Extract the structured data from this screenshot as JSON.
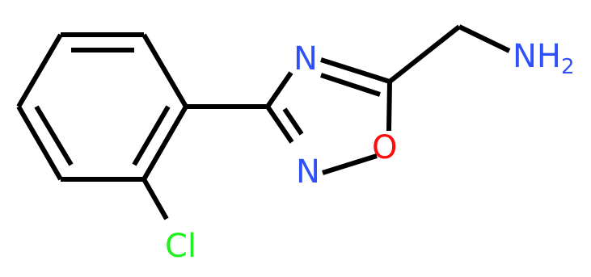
{
  "molecule": {
    "atoms": {
      "n_top": {
        "text": "N",
        "color": "#3050F8"
      },
      "n_bottom": {
        "text": "N",
        "color": "#3050F8"
      },
      "o_ring": {
        "text": "O",
        "color": "#FF0D0D"
      },
      "amine": {
        "text": "NH",
        "subscript": "2",
        "color": "#3050F8"
      },
      "chlorine": {
        "text": "Cl",
        "color": "#1FF01F"
      }
    },
    "bond_color": "#000000"
  }
}
